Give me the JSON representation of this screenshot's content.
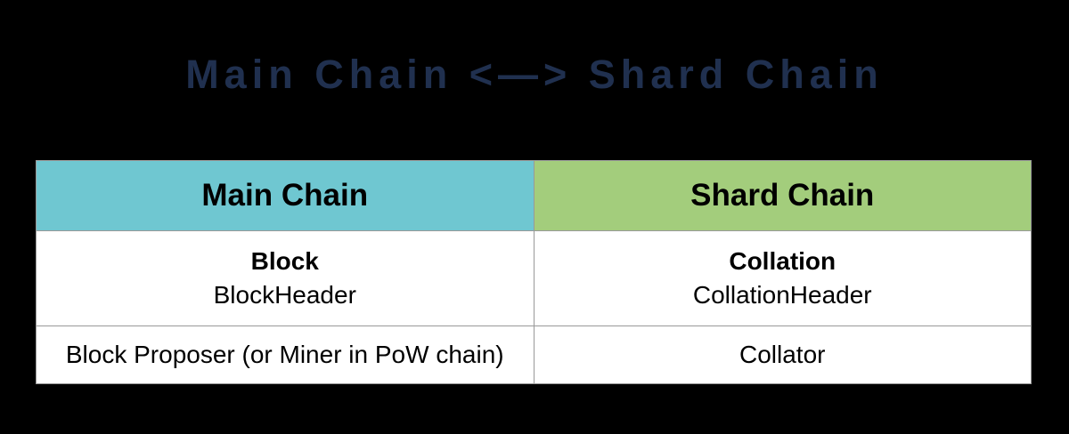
{
  "page": {
    "title": "Main Chain <—> Shard Chain",
    "title_color": "#20304f",
    "background_color": "#000000"
  },
  "table": {
    "border_color": "#999999",
    "columns": [
      {
        "label": "Main Chain",
        "header_bg": "#6fc7d1"
      },
      {
        "label": "Shard Chain",
        "header_bg": "#a3cd7c"
      }
    ],
    "rows": [
      {
        "cells": [
          {
            "title": "Block",
            "subtitle": "BlockHeader"
          },
          {
            "title": "Collation",
            "subtitle": "CollationHeader"
          }
        ]
      },
      {
        "cells": [
          {
            "text": "Block Proposer (or Miner in PoW chain)"
          },
          {
            "text": "Collator"
          }
        ]
      }
    ]
  }
}
